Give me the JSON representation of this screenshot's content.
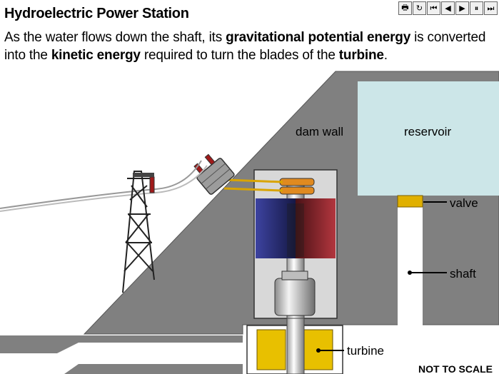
{
  "header": {
    "title": "Hydroelectric Power Station",
    "desc_parts": [
      "As the water flows down the shaft, its ",
      "gravitational potential energy",
      " is converted into the ",
      "kinetic energy",
      " required to turn the blades of the ",
      "turbine",
      "."
    ]
  },
  "controls": [
    {
      "name": "print-icon",
      "glyph": "🖶"
    },
    {
      "name": "reload-icon",
      "glyph": "↻"
    },
    {
      "name": "first-icon",
      "glyph": "⏮"
    },
    {
      "name": "prev-icon",
      "glyph": "◀"
    },
    {
      "name": "play-icon",
      "glyph": "▶"
    },
    {
      "name": "pause-icon",
      "glyph": "⏸"
    },
    {
      "name": "last-icon",
      "glyph": "⏭"
    }
  ],
  "labels": {
    "dam_wall": "dam wall",
    "reservoir": "reservoir",
    "valve": "valve",
    "shaft": "shaft",
    "turbine": "turbine",
    "note": "NOT TO SCALE"
  },
  "colors": {
    "dam": "#808080",
    "reservoir": "#cce6e8",
    "valve": "#e0b000",
    "magnet_blue": "#23286e",
    "magnet_red": "#7a2026",
    "turbine_yellow": "#e8c000"
  }
}
